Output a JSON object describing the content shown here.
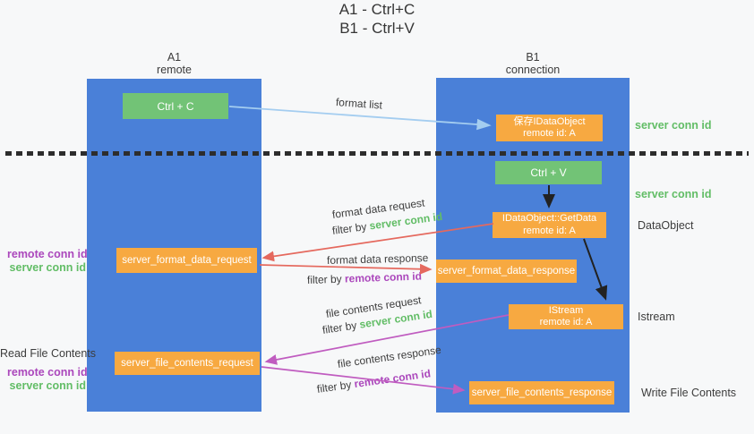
{
  "title": {
    "line1": "A1 - Ctrl+C",
    "line2": "B1 - Ctrl+V"
  },
  "columns": {
    "a": {
      "header_line1": "A1",
      "header_line2": "remote"
    },
    "b": {
      "header_line1": "B1",
      "header_line2": "connection"
    }
  },
  "boxes": {
    "ctrl_c": "Ctrl + C",
    "ctrl_v": "Ctrl + V",
    "save_idataobject": {
      "line1": "保存IDataObject",
      "line2": "remote id: A"
    },
    "getdata": {
      "line1": "IDataObject::GetData",
      "line2": "remote id: A"
    },
    "istream": {
      "line1": "IStream",
      "line2": "remote id: A"
    },
    "format_data_request": "server_format_data_request",
    "format_data_response": "server_format_data_response",
    "file_contents_request": "server_file_contents_request",
    "file_contents_response": "server_file_contents_response"
  },
  "arrow_labels": {
    "format_list": "format list",
    "format_data_request": "format data request",
    "format_data_response": "format data response",
    "file_contents_request": "file contents request",
    "file_contents_response": "file contents response",
    "filter_prefix": "filter by ",
    "server_conn_id": "server conn id",
    "remote_conn_id": "remote conn id"
  },
  "side_labels": {
    "right_server_conn_id_top": "server conn id",
    "right_server_conn_id_mid": "server conn id",
    "right_dataobject": "DataObject",
    "right_istream": "Istream",
    "right_write_file_contents": "Write File Contents",
    "left_remote_conn_id_top": "remote conn id",
    "left_server_conn_id_top": "server conn id",
    "left_read_file_contents": "Read File Contents",
    "left_remote_conn_id_bottom": "remote conn id",
    "left_server_conn_id_bottom": "server conn id"
  },
  "colors": {
    "column_blue": "#4a80d8",
    "box_orange": "#f7a941",
    "box_green": "#72c376",
    "green_text": "#62bd66",
    "purple_text": "#ab47bc",
    "red_arrow": "#e5695e",
    "magenta_arrow": "#c05cc0",
    "light_blue_arrow": "#a4cdf0",
    "black_arrow": "#222222",
    "dotted_line": "#2d2d2d"
  }
}
